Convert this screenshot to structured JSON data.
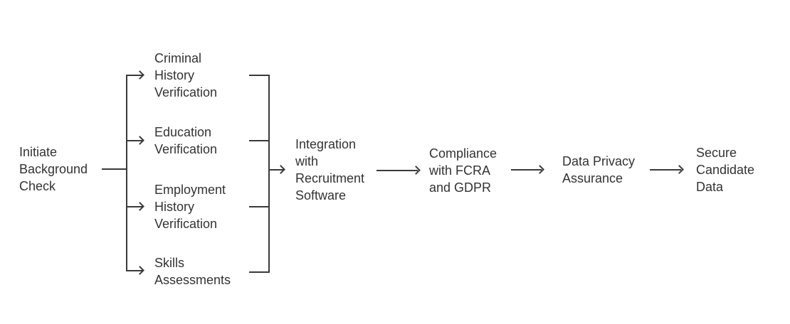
{
  "diagram": {
    "type": "flowchart",
    "direction": "left-to-right",
    "colors": {
      "line": "#3a3a3a",
      "text": "#333333",
      "background": "#ffffff"
    },
    "nodes": {
      "initiate": {
        "label": "Initiate\nBackground\nCheck"
      },
      "criminal": {
        "label": "Criminal\nHistory\nVerification"
      },
      "education": {
        "label": "Education\nVerification"
      },
      "employment": {
        "label": "Employment\nHistory\nVerification"
      },
      "skills": {
        "label": "Skills\nAssessments"
      },
      "integration": {
        "label": "Integration\nwith\nRecruitment\nSoftware"
      },
      "compliance": {
        "label": "Compliance\nwith FCRA\nand GDPR"
      },
      "privacy": {
        "label": "Data Privacy\nAssurance"
      },
      "secure": {
        "label": "Secure\nCandidate\nData"
      }
    },
    "edges": [
      {
        "from": "Initiate Background Check",
        "to": "Criminal History Verification"
      },
      {
        "from": "Initiate Background Check",
        "to": "Education Verification"
      },
      {
        "from": "Initiate Background Check",
        "to": "Employment History Verification"
      },
      {
        "from": "Initiate Background Check",
        "to": "Skills Assessments"
      },
      {
        "from": "Criminal History Verification",
        "to": "Integration with Recruitment Software"
      },
      {
        "from": "Education Verification",
        "to": "Integration with Recruitment Software"
      },
      {
        "from": "Employment History Verification",
        "to": "Integration with Recruitment Software"
      },
      {
        "from": "Skills Assessments",
        "to": "Integration with Recruitment Software"
      },
      {
        "from": "Integration with Recruitment Software",
        "to": "Compliance with FCRA and GDPR"
      },
      {
        "from": "Compliance with FCRA and GDPR",
        "to": "Data Privacy Assurance"
      },
      {
        "from": "Data Privacy Assurance",
        "to": "Secure Candidate Data"
      }
    ]
  }
}
